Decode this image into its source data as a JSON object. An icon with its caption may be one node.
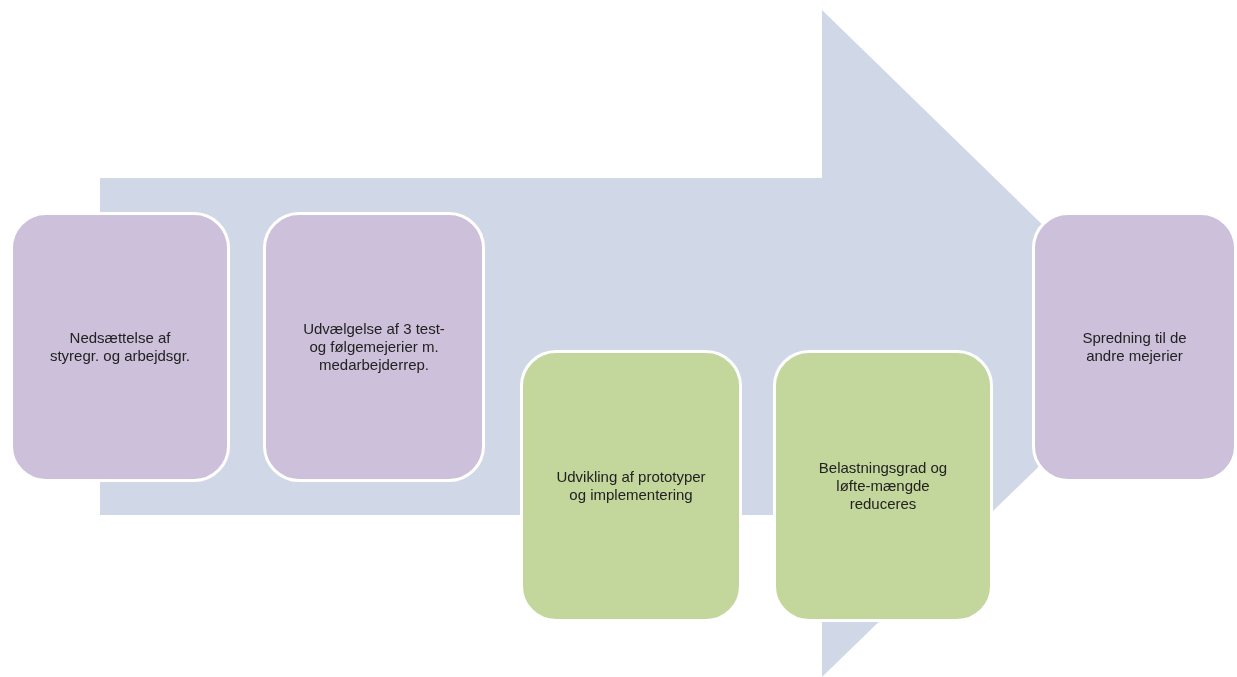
{
  "diagram": {
    "nodes": [
      {
        "text": [
          "Nedsættelse af styregr. og arbejdsgr."
        ]
      },
      {
        "text": [
          "Udvælgelse af 3 test- og følgemejerier m. medarbejderrep."
        ]
      },
      {
        "text": [
          "Udvikling af prototyper og implementering"
        ]
      },
      {
        "text": [
          "Belastningsgrad og løfte-mængde reduceres"
        ]
      },
      {
        "text": [
          "Spredning til de andre mejerier"
        ]
      }
    ],
    "edges": [
      {
        "from": 0,
        "to": 4,
        "arrow": "to"
      }
    ]
  }
}
